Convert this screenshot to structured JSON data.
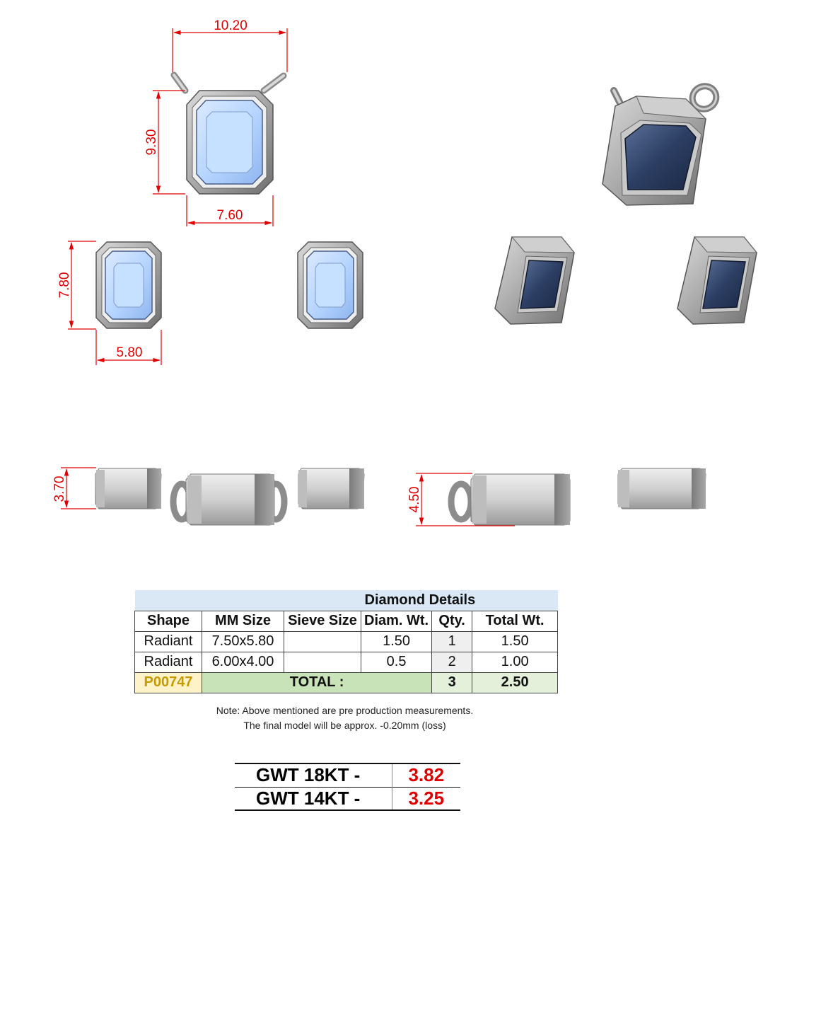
{
  "dimensions": {
    "top_width": "10.20",
    "top_height": "9.30",
    "top_bottom_width": "7.60",
    "earring_height": "7.80",
    "earring_width": "5.80",
    "earring_side_height": "3.70",
    "pendant_side_height": "4.50"
  },
  "colors": {
    "dimension_red": "#e00000",
    "stone_light_blue": "#a8ccff",
    "stone_dark_blue": "#2c3e63",
    "metal_gray": "#9c9c9c",
    "table_header_blue": "#dae8f5",
    "total_green": "#c9e3b8",
    "code_yellow": "#fdf2c8"
  },
  "diamond_table": {
    "title": "Diamond Details",
    "columns": [
      "Shape",
      "MM Size",
      "Sieve Size",
      "Diam. Wt.",
      "Qty.",
      "Total Wt."
    ],
    "rows": [
      {
        "shape": "Radiant",
        "mm": "7.50x5.80",
        "sieve": "",
        "diam": "1.50",
        "qty": "1",
        "total": "1.50"
      },
      {
        "shape": "Radiant",
        "mm": "6.00x4.00",
        "sieve": "",
        "diam": "0.5",
        "qty": "2",
        "total": "1.00"
      }
    ],
    "footer": {
      "code": "P00747",
      "label": "TOTAL :",
      "qty": "3",
      "total": "2.50"
    }
  },
  "note": {
    "line1": "Note: Above mentioned are pre production measurements.",
    "line2": "The final model will be approx. -0.20mm (loss)"
  },
  "gwt": [
    {
      "label": "GWT 18KT  -",
      "value": "3.82"
    },
    {
      "label": "GWT 14KT  -",
      "value": "3.25"
    }
  ]
}
